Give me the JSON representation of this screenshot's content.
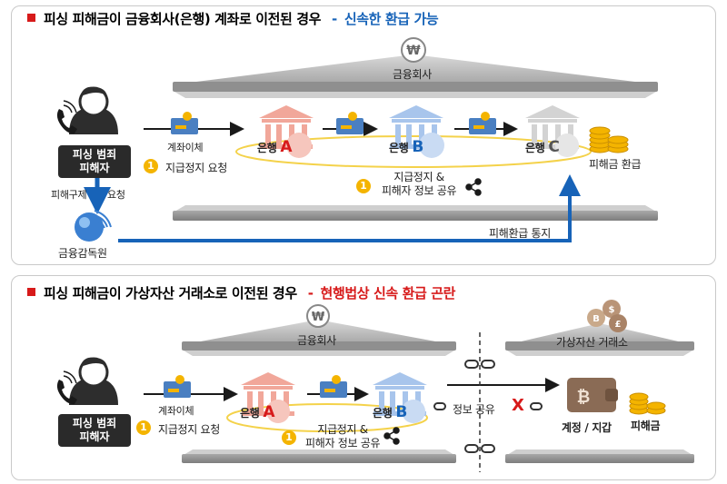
{
  "colors": {
    "red": "#d71a1a",
    "blue": "#1763b8",
    "gold": "#f4b400",
    "dark": "#2a2a2a"
  },
  "top": {
    "title": "피싱 피해금이 금융회사(은행) 계좌로 이전된 경우",
    "subtitle": "신속한 환급 가능",
    "institution": "금융회사",
    "victim": [
      "피싱 범죄",
      "피해자"
    ],
    "transfer": "계좌이체",
    "step1": "지급정지 요청",
    "bank_a_label": "은행",
    "bank_a_letter": "A",
    "bank_b_label": "은행",
    "bank_b_letter": "B",
    "bank_c_label": "은행",
    "bank_c_letter": "C",
    "share": [
      "지급정지 &",
      "피해자 정보 공유"
    ],
    "refund": "피해금 환급",
    "relief_left": "피해구제",
    "relief_right": "요청",
    "regulator": "금융감독원",
    "notice": "피해환급 통지",
    "step_num": "1"
  },
  "bottom": {
    "title": "피싱 피해금이 가상자산 거래소로 이전된 경우",
    "subtitle": "현행법상 신속 환급 곤란",
    "institution": "금융회사",
    "exchange": "가상자산 거래소",
    "victim": [
      "피싱 범죄",
      "피해자"
    ],
    "transfer": "계좌이체",
    "step1": "지급정지 요청",
    "bank_a_label": "은행",
    "bank_a_letter": "A",
    "bank_b_label": "은행",
    "bank_b_letter": "B",
    "share": [
      "지급정지 &",
      "피해자 정보 공유"
    ],
    "info_share": "정보 공유",
    "x_mark": "X",
    "wallet": "계정 / 지갑",
    "damage": "피해금",
    "step_num": "1"
  },
  "icons": [
    "phone-icon",
    "person-icon",
    "won-coin-icon",
    "card-icon",
    "bank-icon",
    "gold-coins-icon",
    "share-icon",
    "globe-icon",
    "broken-chain-icon",
    "wallet-icon",
    "crypto-coins-icon"
  ]
}
